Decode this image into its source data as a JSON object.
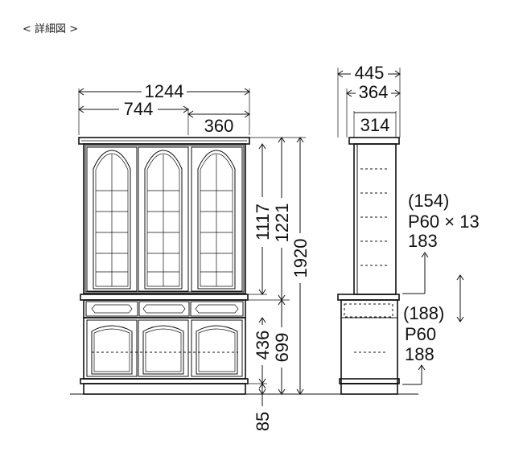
{
  "caption": "< 詳細図 >",
  "front": {
    "overall_width": "1244",
    "left_width": "744",
    "right_width": "360",
    "upper_height": "1117",
    "upper_total": "1221",
    "overall_height": "1920",
    "lower_height": "436",
    "lower_total": "699",
    "plinth": "85"
  },
  "side": {
    "depth_total": "445",
    "depth_mid": "364",
    "depth_upper": "314",
    "upper_note": [
      "(154)",
      "P60 × 13",
      "183"
    ],
    "lower_note": [
      "(188)",
      "P60",
      "188"
    ]
  }
}
